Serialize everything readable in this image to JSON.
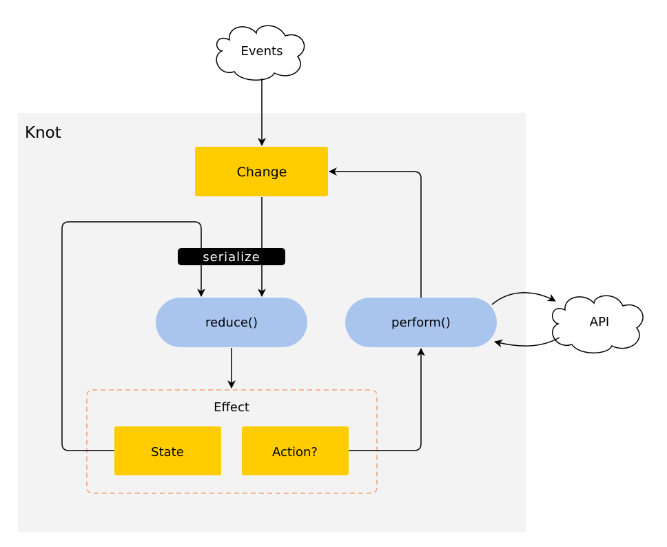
{
  "diagram": {
    "container": {
      "label": "Knot"
    },
    "clouds": {
      "events": "Events",
      "api": "API"
    },
    "nodes": {
      "change": "Change",
      "serialize": "serialize",
      "reduce": "reduce()",
      "perform": "perform()",
      "state": "State",
      "action": "Action?"
    },
    "effect_group": {
      "label": "Effect"
    }
  },
  "colors": {
    "container_fill": "#f3f3f3",
    "box_fill": "#ffcc00",
    "pill_fill": "#a9c5ee",
    "tag_fill": "#000000",
    "tag_text": "#ffffff",
    "effect_border": "#f4a27a",
    "line": "#000000"
  }
}
